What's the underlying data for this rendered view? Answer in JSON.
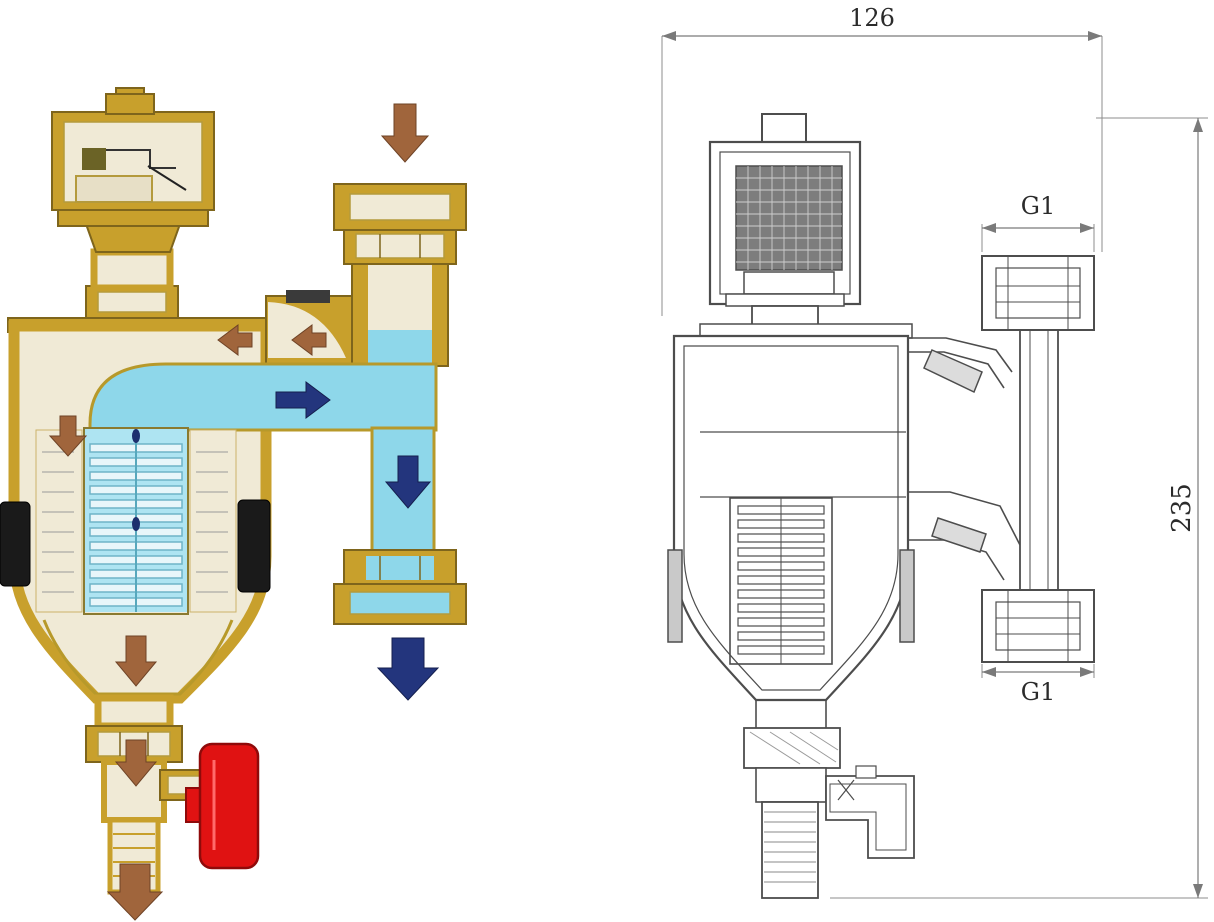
{
  "figure": {
    "type": "technical-diagram",
    "subject": "magnetic dirt separator filter valve with automatic air vent",
    "panels": {
      "cutaway": {
        "label": "flow cutaway illustration",
        "colors": {
          "brass": "#c8a02c",
          "brass_outline": "#7e651c",
          "body_interior": "#f0ead6",
          "water": "#8ed7ea",
          "water_arrow": "#23357d",
          "air_dirt_arrow": "#a0653c",
          "drain_handle_red": "#e01212",
          "magnet_black": "#1a1a1a"
        },
        "arrows": [
          {
            "name": "inlet-flow",
            "direction": "down"
          },
          {
            "name": "air-bubbles-1",
            "direction": "left"
          },
          {
            "name": "air-bubbles-2",
            "direction": "left"
          },
          {
            "name": "separation",
            "direction": "down"
          },
          {
            "name": "main-flow",
            "direction": "right"
          },
          {
            "name": "outlet-channel-flow",
            "direction": "down"
          },
          {
            "name": "outlet-flow",
            "direction": "down"
          },
          {
            "name": "dirt-settling-funnel",
            "direction": "down"
          },
          {
            "name": "dirt-settling-drain",
            "direction": "down"
          },
          {
            "name": "drain-discharge",
            "direction": "down"
          }
        ]
      },
      "drawing": {
        "label": "dimensioned section drawing",
        "line_color": "#4d4d4d",
        "dimensions": {
          "overall_width": "126",
          "overall_height": "235",
          "top_port_thread": "G1",
          "bottom_port_thread": "G1"
        }
      }
    }
  }
}
